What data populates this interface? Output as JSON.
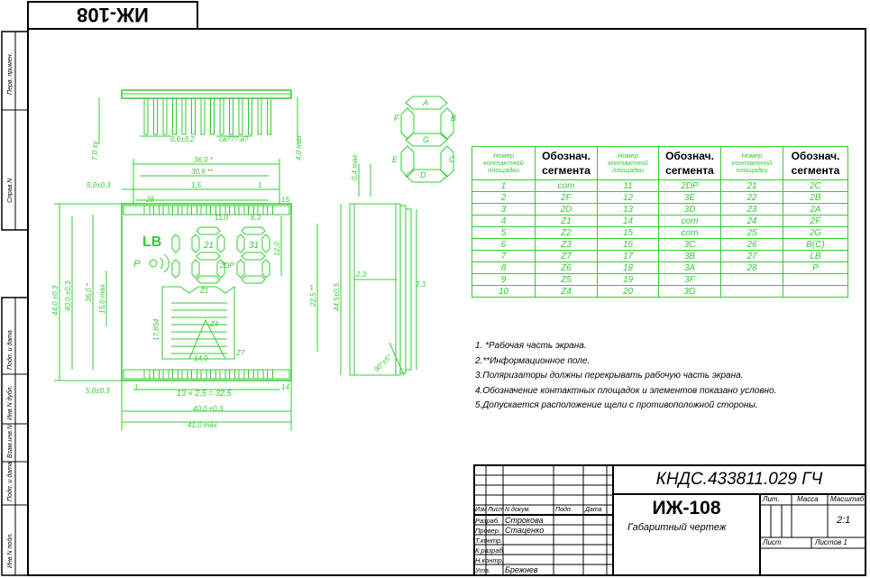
{
  "drawing": {
    "mirrored_stamp": "ИЖ-108",
    "side_labels": [
      "Перв. примен.",
      "Справ.N",
      "Подп. и дата",
      "Инв.N дубл.",
      "Взам.инв.N",
      "Подп. и дата",
      "Инв.N подл."
    ],
    "segment_legend": [
      "A",
      "B",
      "C",
      "D",
      "E",
      "F",
      "G"
    ]
  },
  "dimensions": {
    "pin_pitch": "0,6±0,2",
    "pin_note": "св???.в?",
    "pin_height": "7,0 ±у",
    "pin_right": "4,0 тах",
    "top_36": "36,0 *",
    "top_309": "30,9 **",
    "left_50": "5,0±0,3",
    "p28": "28",
    "p15": "1,5",
    "p1": "1",
    "p15b": "15",
    "p110": "11,0",
    "p63": "6,3",
    "h440": "44,0 ±0,3",
    "h400": "40,0 ±0,3",
    "h360": "36,0 *",
    "h150": "15,0 тах",
    "h1785": "17,854",
    "h120": "12,0",
    "h225": "22,5 **",
    "v140": "14,0",
    "bottom_50": "5,0±0,3",
    "bottom_14": "14",
    "bottom_1": "1",
    "bottom_13x25": "13 × 2,5 = 32,5",
    "bottom_400": "40,0 ±0,3",
    "bottom_410": "41,0 тах",
    "side_445": "44,5±0,5",
    "side_23": "2,3",
    "side_23b": "2,3",
    "side_04": "0,4 тах",
    "side_angle": "90°±5°"
  },
  "table": {
    "headers": [
      {
        "num": "Номер контактной площадки",
        "seg": "Обознач. сегмента"
      },
      {
        "num": "Номер контактной площадки",
        "seg": "Обознач. сегмента"
      },
      {
        "num": "Номер контактной площадки",
        "seg": "Обознач. сегмента"
      }
    ],
    "rows": [
      [
        "1",
        "com",
        "11",
        "2DP",
        "21",
        "2C"
      ],
      [
        "2",
        "2F",
        "12",
        "3E",
        "22",
        "2B"
      ],
      [
        "3",
        "2D",
        "13",
        "3D",
        "23",
        "2A"
      ],
      [
        "4",
        "Z1",
        "14",
        "com",
        "24",
        "2F"
      ],
      [
        "5",
        "Z2",
        "15",
        "com",
        "25",
        "2G"
      ],
      [
        "6",
        "Z3",
        "16",
        "3C",
        "26",
        "B(C)"
      ],
      [
        "7",
        "Z7",
        "17",
        "3B",
        "27",
        "LB"
      ],
      [
        "8",
        "Z6",
        "18",
        "3A",
        "28",
        "P"
      ],
      [
        "9",
        "Z5",
        "19",
        "3F",
        "",
        ""
      ],
      [
        "10",
        "Z4",
        "20",
        "3G",
        "",
        ""
      ]
    ]
  },
  "notes": [
    "1. *Рабочая часть экрана.",
    "2.**Информационное поле.",
    "3.Поляризаторы должны перекрывать рабочую часть экрана.",
    "4.Обозначение контактных площадок и элементов показано условно.",
    "5.Допускается расположение щели с противоположной стороны."
  ],
  "title_block": {
    "doc_code": "КНДС.433811.029 ГЧ",
    "name": "ИЖ-108",
    "subtitle": "Габаритный чертеж",
    "lit": "Лит.",
    "massa": "Масса",
    "masshtab": "Масштаб",
    "scale": "2:1",
    "list": "Лист",
    "listov": "Листов 1",
    "col_headers": [
      "Изм",
      "Лист",
      "N докум.",
      "Подп.",
      "Дата"
    ],
    "roles": [
      {
        "role": "Разраб.",
        "name": "Строкова"
      },
      {
        "role": "Провер.",
        "name": "Стаценко"
      },
      {
        "role": "Т.контр.",
        "name": ""
      },
      {
        "role": "К.разраб.",
        "name": ""
      },
      {
        "role": "Н.контр.",
        "name": ""
      },
      {
        "role": "Утв.",
        "name": "Брежнев"
      }
    ]
  },
  "display_labels": {
    "lb": "LB",
    "p": "P",
    "d2": "21",
    "d3": "31",
    "dp": "2DP",
    "z1": "Z1",
    "z4": "Z4",
    "z7": "Z7"
  }
}
